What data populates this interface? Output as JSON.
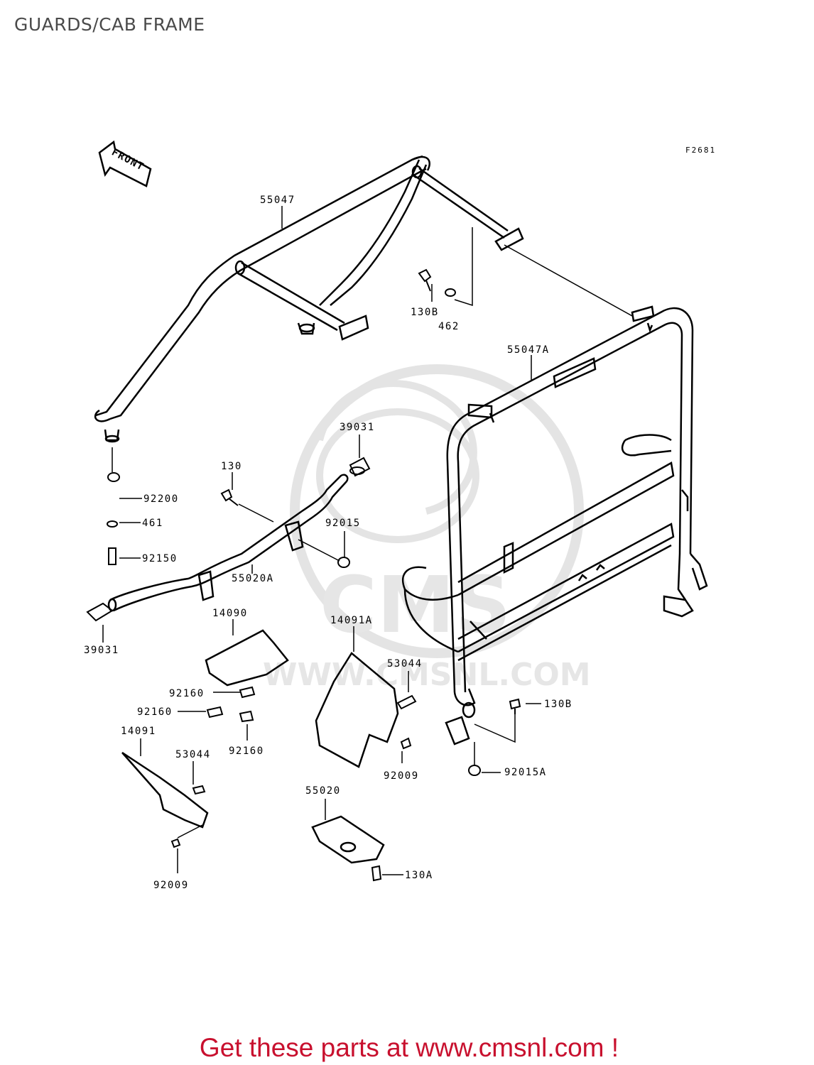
{
  "page": {
    "title": "GUARDS/CAB FRAME",
    "figure_code": "F2681",
    "front_arrow": "FRONT",
    "footer": "Get these parts at www.cmsnl.com !"
  },
  "watermark": {
    "text": "WWW.CMSNL.COM",
    "logo": "CMS"
  },
  "parts": {
    "p55047": "55047",
    "p130B_top": "130B",
    "p462": "462",
    "p55047A": "55047A",
    "p39031_top": "39031",
    "p130": "130",
    "p92200": "92200",
    "p461": "461",
    "p92015": "92015",
    "p92150": "92150",
    "p55020A": "55020A",
    "p39031_left": "39031",
    "p14090": "14090",
    "p14091A": "14091A",
    "p53044_mid": "53044",
    "p92160_a": "92160",
    "p92160_b": "92160",
    "p92160_c": "92160",
    "p14091": "14091",
    "p53044_left": "53044",
    "p92009_mid": "92009",
    "p130B_right": "130B",
    "p92015A": "92015A",
    "p55020": "55020",
    "p130A": "130A",
    "p92009_left": "92009"
  },
  "colors": {
    "line": "#000000",
    "footer": "#c8102e",
    "title": "#4a4a4a",
    "watermark": "#e6e6e6"
  }
}
